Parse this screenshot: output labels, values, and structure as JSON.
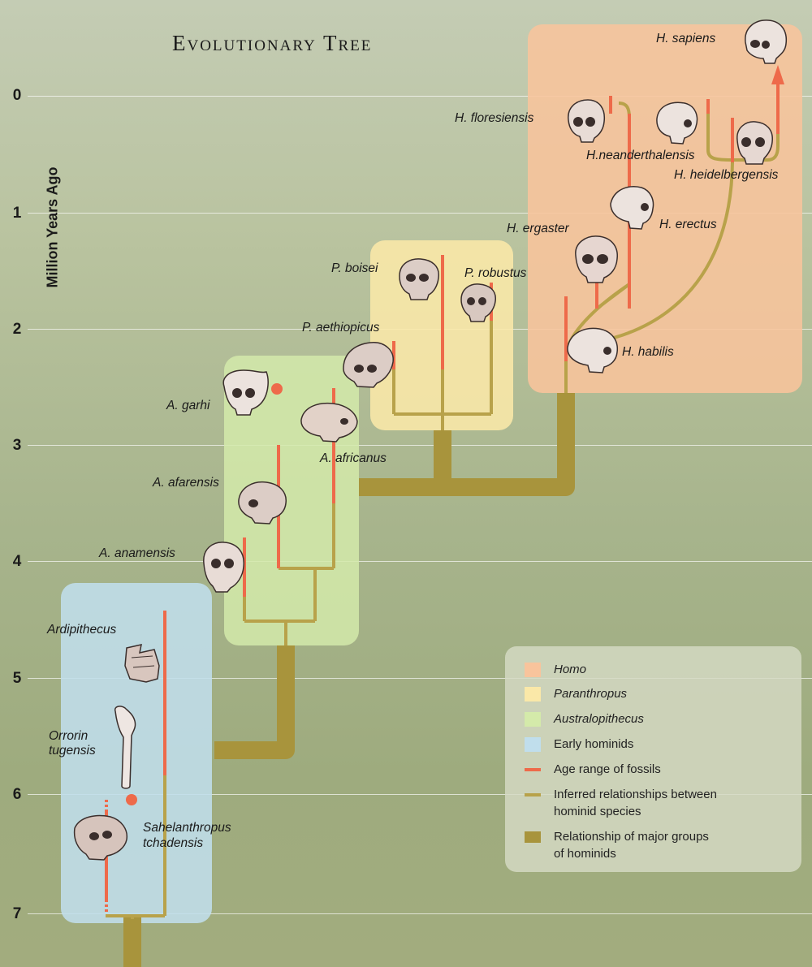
{
  "title": "Evolutionary Tree",
  "axis": {
    "title": "Million Years Ago",
    "ticks": [
      "0",
      "1",
      "2",
      "3",
      "4",
      "5",
      "6",
      "7"
    ]
  },
  "species": {
    "h_sapiens": "H. sapiens",
    "h_floresiensis": "H. floresiensis",
    "h_neanderthalensis": "H.neanderthalensis",
    "h_heidelbergensis": "H. heidelbergensis",
    "h_erectus": "H. erectus",
    "h_ergaster": "H. ergaster",
    "h_habilis": "H. habilis",
    "p_boisei": "P. boisei",
    "p_robustus": "P. robustus",
    "p_aethiopicus": "P. aethiopicus",
    "a_garhi": "A. garhi",
    "a_africanus": "A. africanus",
    "a_afarensis": "A. afarensis",
    "a_anamensis": "A. anamensis",
    "ardipithecus": "Ardipithecus",
    "orrorin_1": "Orrorin",
    "orrorin_2": "tugensis",
    "sahel_1": "Sahelanthropus",
    "sahel_2": "tchadensis"
  },
  "legend": {
    "homo": "Homo",
    "paranthropus": "Paranthropus",
    "australopithecus": "Australopithecus",
    "early": "Early hominids",
    "age_range": "Age range of fossils",
    "inferred_1": "Inferred relationships between",
    "inferred_2": "hominid species",
    "major_1": "Relationship of major groups",
    "major_2": "of hominids"
  },
  "colors": {
    "homo": "#f8c49c",
    "paranthropus": "#fae8a8",
    "australopithecus": "#d4eaaa",
    "early": "#c0deec",
    "age_range": "#ee6a4a",
    "inferred": "#b8a24a",
    "major": "#a8943c"
  }
}
